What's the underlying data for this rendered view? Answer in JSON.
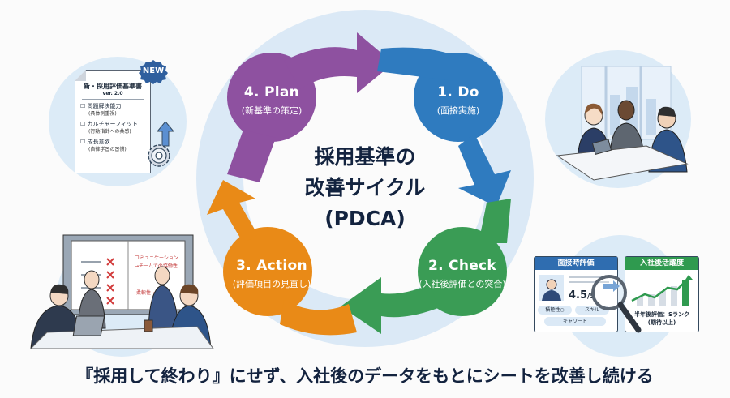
{
  "diagram": {
    "center_title": [
      "採用基準の",
      "改善サイクル",
      "(PDCA)"
    ],
    "colors": {
      "plan": "#8e51a0",
      "do": "#2f7bbf",
      "check": "#3a9c55",
      "action": "#e98a17",
      "ring": "#dbe9f6",
      "title_text": "#13233f"
    },
    "steps": [
      {
        "id": "do",
        "title": "1. Do",
        "subtitle": "(面接実施)"
      },
      {
        "id": "check",
        "title": "2. Check",
        "subtitle": "(入社後評価との突合)"
      },
      {
        "id": "action",
        "title": "3. Action",
        "subtitle": "(評価項目の見直し)"
      },
      {
        "id": "plan",
        "title": "4. Plan",
        "subtitle": "(新基準の策定)"
      }
    ]
  },
  "plan_panel": {
    "badge": "NEW",
    "doc_title": "新・採用評価基準書",
    "doc_version": "ver. 2.0",
    "items": [
      {
        "label": "問題解決能力",
        "sub": "(具体例重視)"
      },
      {
        "label": "カルチャーフィット",
        "sub": "(行動指針への共感)"
      },
      {
        "label": "成長意欲",
        "sub": "(自律学習の習慣)"
      }
    ]
  },
  "check_panel": {
    "left_card_title": "面接時評価",
    "score": "4.5",
    "score_max": "/5",
    "tags": [
      "積極性○",
      "スキル",
      "キャワード"
    ],
    "right_card_title": "入社後活躍度",
    "result_line1": "半年後評価：Sランク",
    "result_line2": "(期待以上)",
    "left_color": "#2f6db0",
    "right_color": "#2f9a4f"
  },
  "action_panel": {
    "whiteboard_note1": "コミュニケーション",
    "whiteboard_note2": "→チームでの協働性",
    "whiteboard_note3": "柔軟性→"
  },
  "footer": "『採用して終わり』にせず、入社後のデータをもとにシートを改善し続ける"
}
